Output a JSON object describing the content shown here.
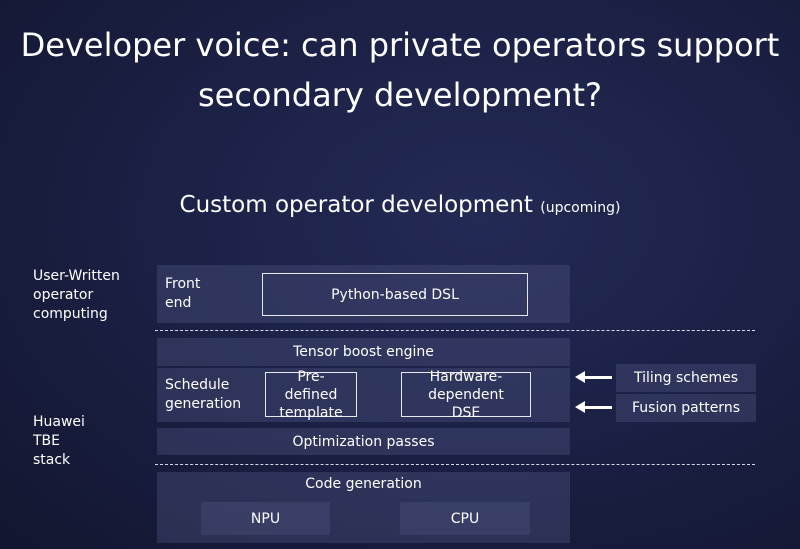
{
  "title_line1": "Developer voice: can private operators support",
  "title_line2": "secondary development?",
  "subtitle": "Custom operator development",
  "subtitle_note": "(upcoming)",
  "left_labels": {
    "user": "User-Written operator computing",
    "huawei": "Huawei TBE stack"
  },
  "front_end": {
    "label": "Front end",
    "dsl": "Python-based DSL"
  },
  "tbe": {
    "engine": "Tensor boost engine",
    "schedule_label": "Schedule generation",
    "template": "Pre-defined template",
    "dse": "Hardware-dependent DSE",
    "passes": "Optimization passes"
  },
  "inputs": {
    "tiling": "Tiling schemes",
    "fusion": "Fusion patterns"
  },
  "codegen": {
    "label": "Code generation",
    "npu": "NPU",
    "cpu": "CPU"
  }
}
